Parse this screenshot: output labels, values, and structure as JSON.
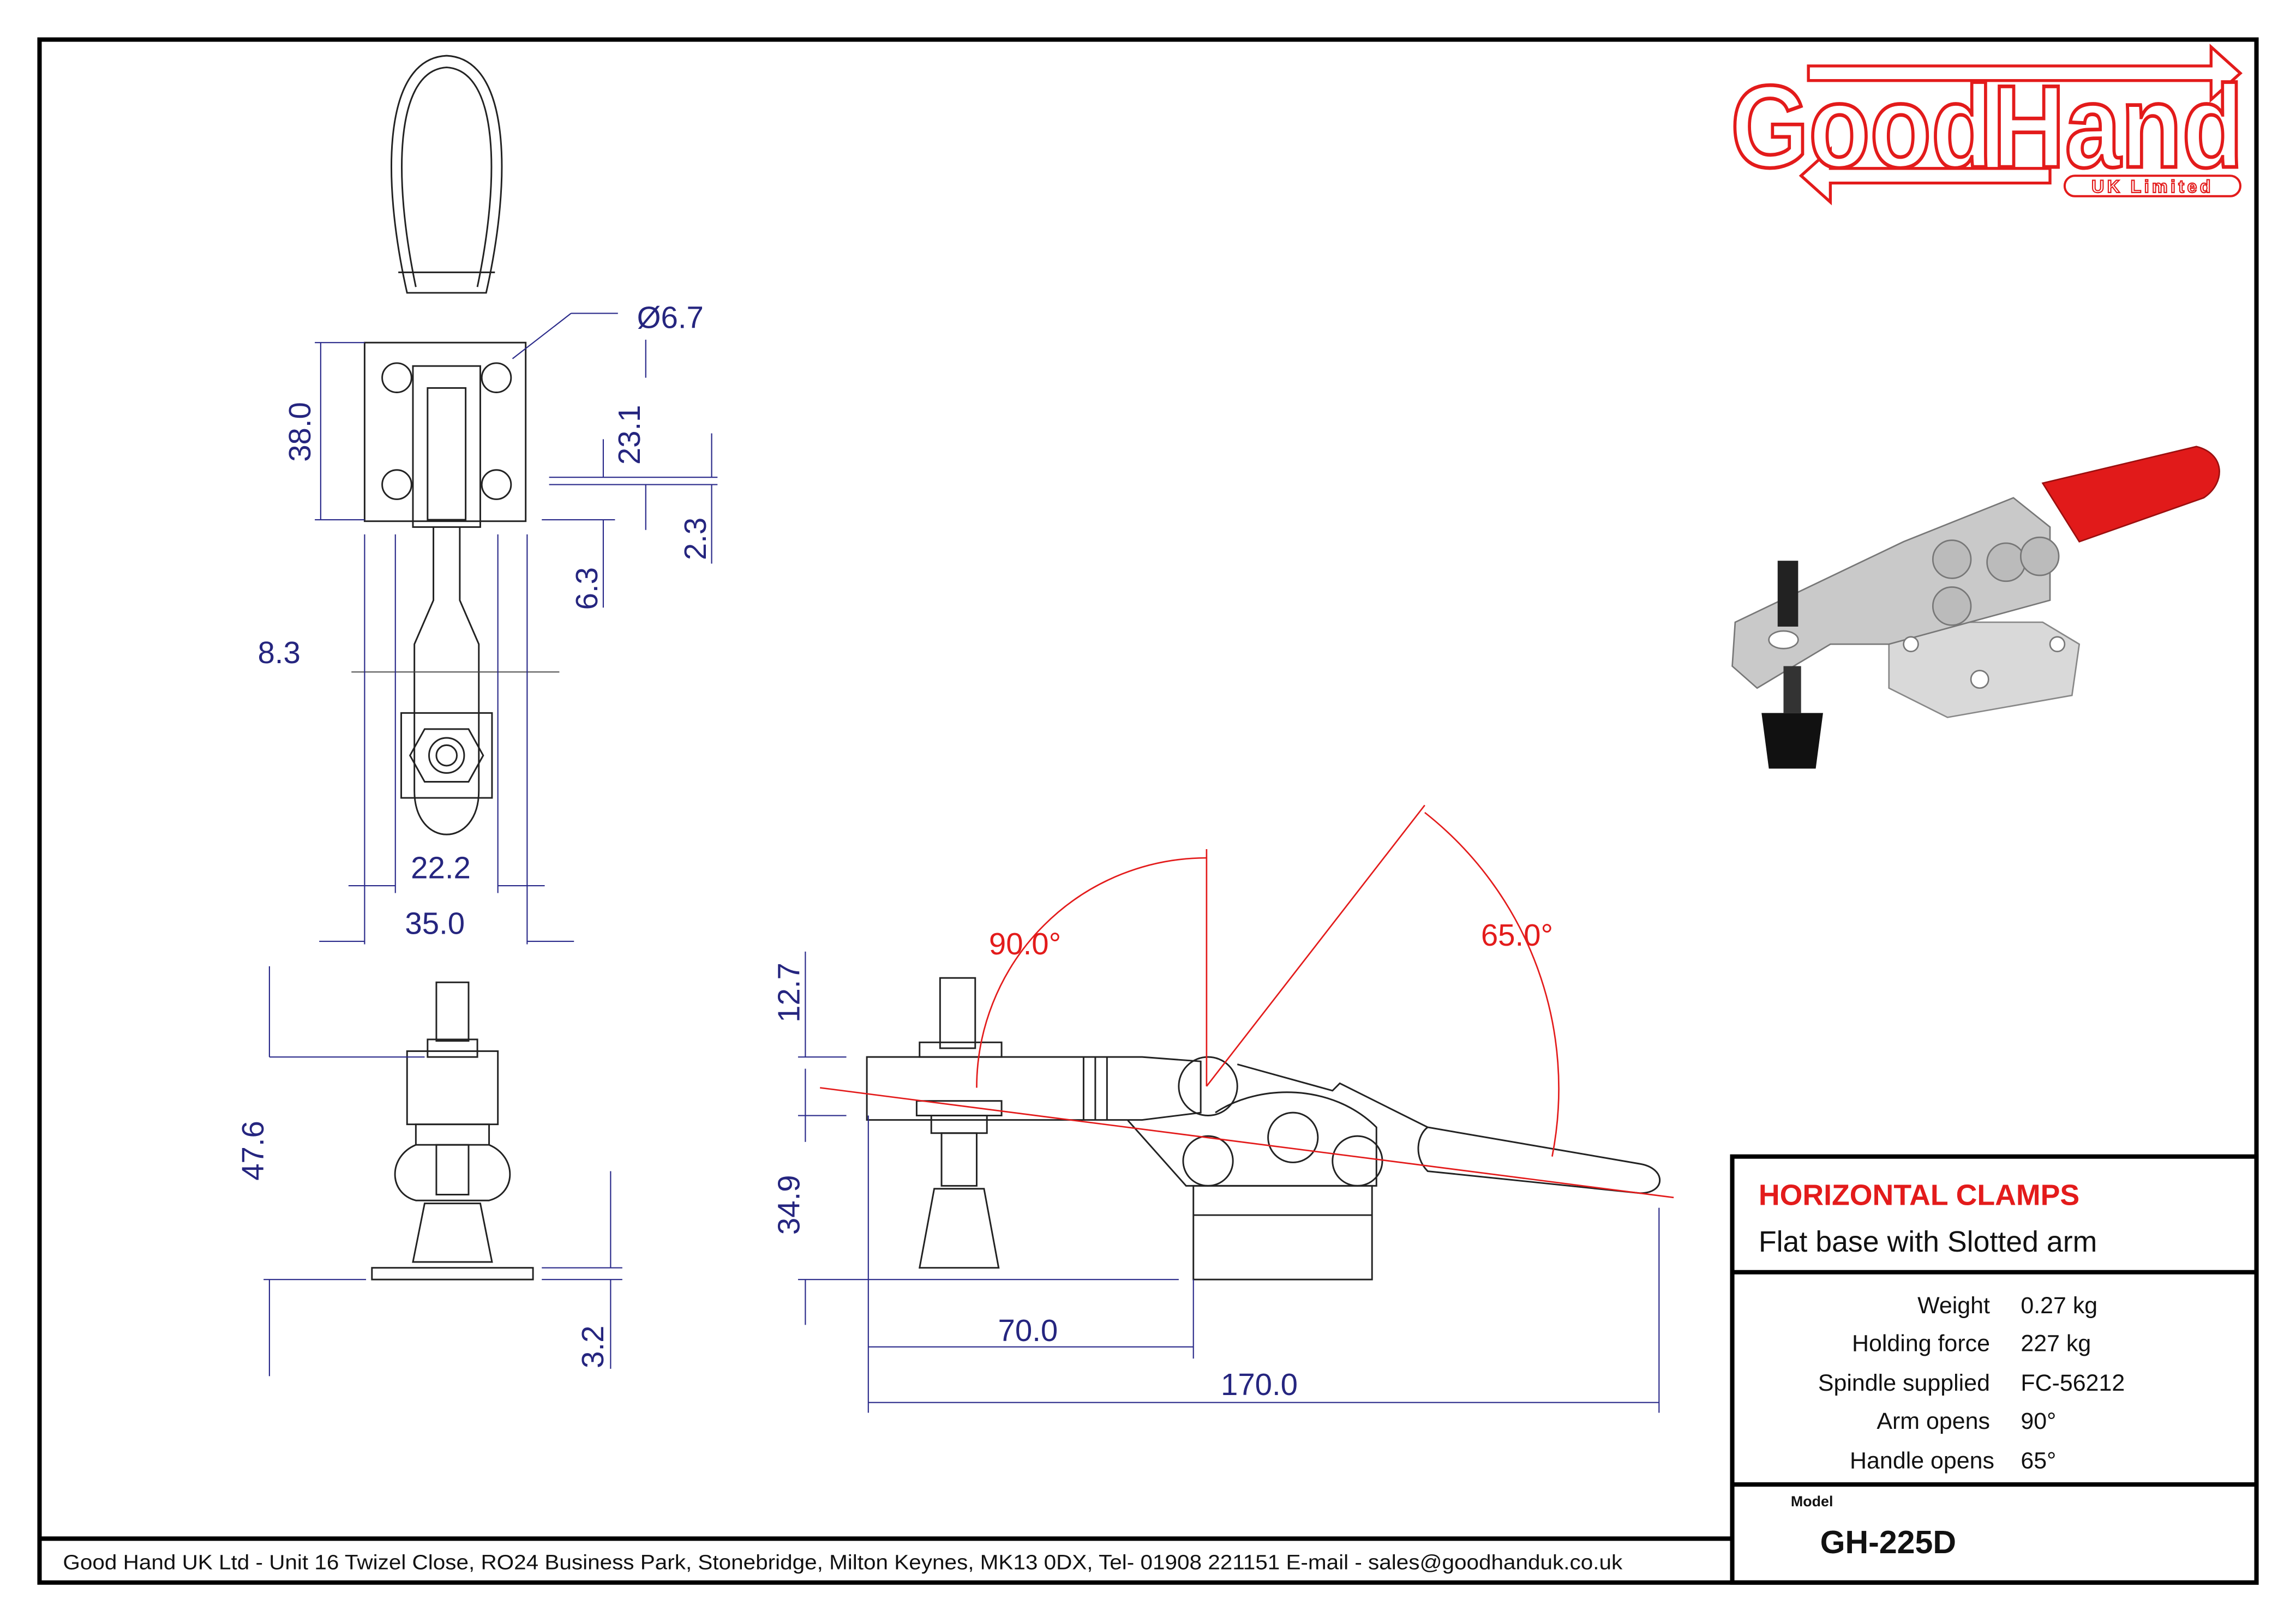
{
  "logo": {
    "brand": "GoodHand",
    "sub": "UK Limited",
    "color": "#e31b1b"
  },
  "dimensions": {
    "top_view": [
      "Ø6.7",
      "38.0",
      "23.1",
      "2.3",
      "6.3",
      "8.3",
      "22.2",
      "35.0"
    ],
    "end_view": [
      "47.6",
      "3.2"
    ],
    "side_view": [
      "12.7",
      "34.9",
      "70.0",
      "170.0"
    ],
    "angles": [
      "90.0°",
      "65.0°"
    ]
  },
  "title_block": {
    "category": "HORIZONTAL CLAMPS",
    "subtitle": "Flat base with Slotted arm",
    "specs": [
      {
        "label": "Weight",
        "value": "0.27 kg"
      },
      {
        "label": "Holding force",
        "value": "227 kg"
      },
      {
        "label": "Spindle supplied",
        "value": "FC-56212"
      },
      {
        "label": "Arm opens",
        "value": "90°"
      },
      {
        "label": "Handle opens",
        "value": "65°"
      }
    ],
    "model_label": "Model",
    "model": "GH-225D"
  },
  "footer": {
    "address": "Good Hand UK Ltd  - Unit 16 Twizel Close, RO24 Business Park, Stonebridge, Milton Keynes, MK13 0DX,  Tel- 01908 221151  E-mail - sales@goodhanduk.co.uk"
  }
}
